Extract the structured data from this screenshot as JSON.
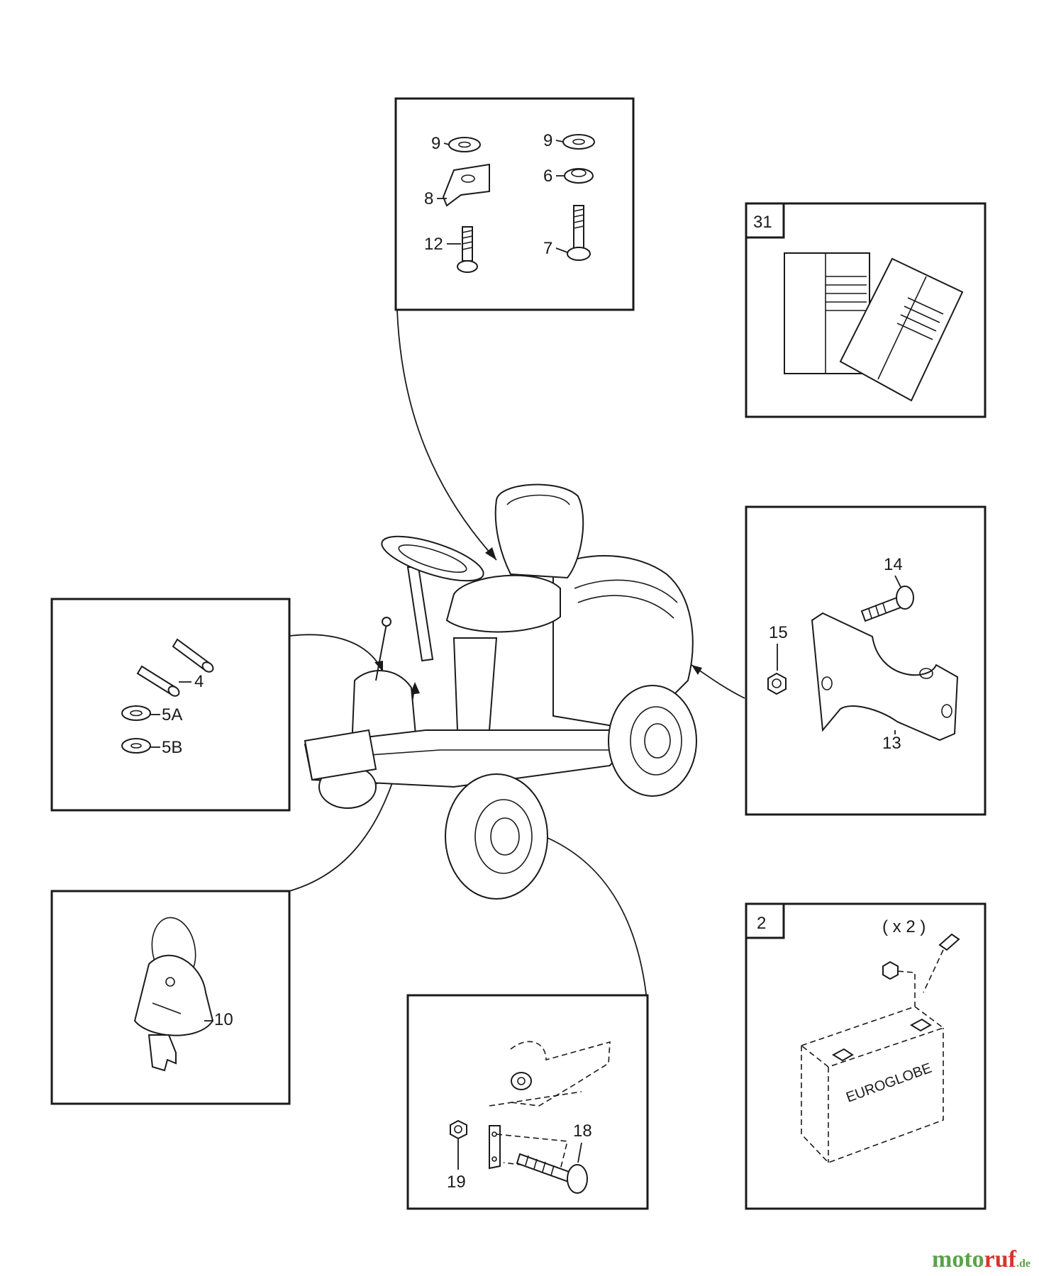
{
  "callouts": {
    "fasteners": {
      "l_9a": "9",
      "l_8": "8",
      "l_12": "12",
      "l_9b": "9",
      "l_6": "6",
      "l_7": "7"
    },
    "manuals": {
      "badge": "31"
    },
    "pins": {
      "l_4": "4",
      "l_5a": "5A",
      "l_5b": "5B"
    },
    "bracket": {
      "l_14": "14",
      "l_15": "15",
      "l_13": "13"
    },
    "key": {
      "l_10": "10"
    },
    "axle": {
      "l_19": "19",
      "l_18": "18"
    },
    "battery": {
      "badge": "2",
      "qty": "( x 2 )",
      "brand": "EUROGLOBE"
    }
  },
  "watermark": {
    "a": "moto",
    "b": "ruf",
    "c": ".de"
  },
  "colors": {
    "line": "#1a1a1a",
    "watermark_green": "#5aa24a",
    "watermark_red": "#d9342b"
  }
}
